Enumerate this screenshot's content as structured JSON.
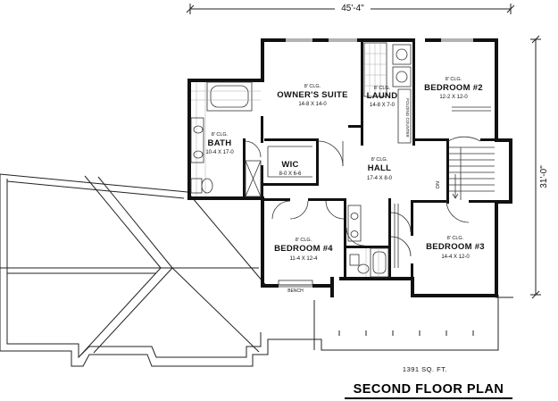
{
  "plan": {
    "title": "SECOND FLOOR PLAN",
    "area": "1391 SQ. FT.",
    "overall_width": "45'-4\"",
    "overall_depth": "31'-0\"",
    "ceiling_note": "8' CLG.",
    "stair_note": "DN",
    "bench_label": "BENCH",
    "folding_counter": "FOLDING COUNTER"
  },
  "rooms": [
    {
      "id": "owners-suite",
      "name": "OWNER'S SUITE",
      "dims": "14-8 X 14-0"
    },
    {
      "id": "laund",
      "name": "LAUND",
      "dims": "14-8 X 7-0"
    },
    {
      "id": "bedroom-2",
      "name": "BEDROOM #2",
      "dims": "12-2 X 12-0"
    },
    {
      "id": "bath",
      "name": "BATH",
      "dims": "10-4 X 17-0"
    },
    {
      "id": "wic",
      "name": "WIC",
      "dims": "8-0 X 6-6"
    },
    {
      "id": "hall",
      "name": "HALL",
      "dims": "17-4 X 8-0"
    },
    {
      "id": "bedroom-4",
      "name": "BEDROOM #4",
      "dims": "11-4 X 12-4"
    },
    {
      "id": "bedroom-3",
      "name": "BEDROOM #3",
      "dims": "14-4 X 12-0"
    }
  ]
}
